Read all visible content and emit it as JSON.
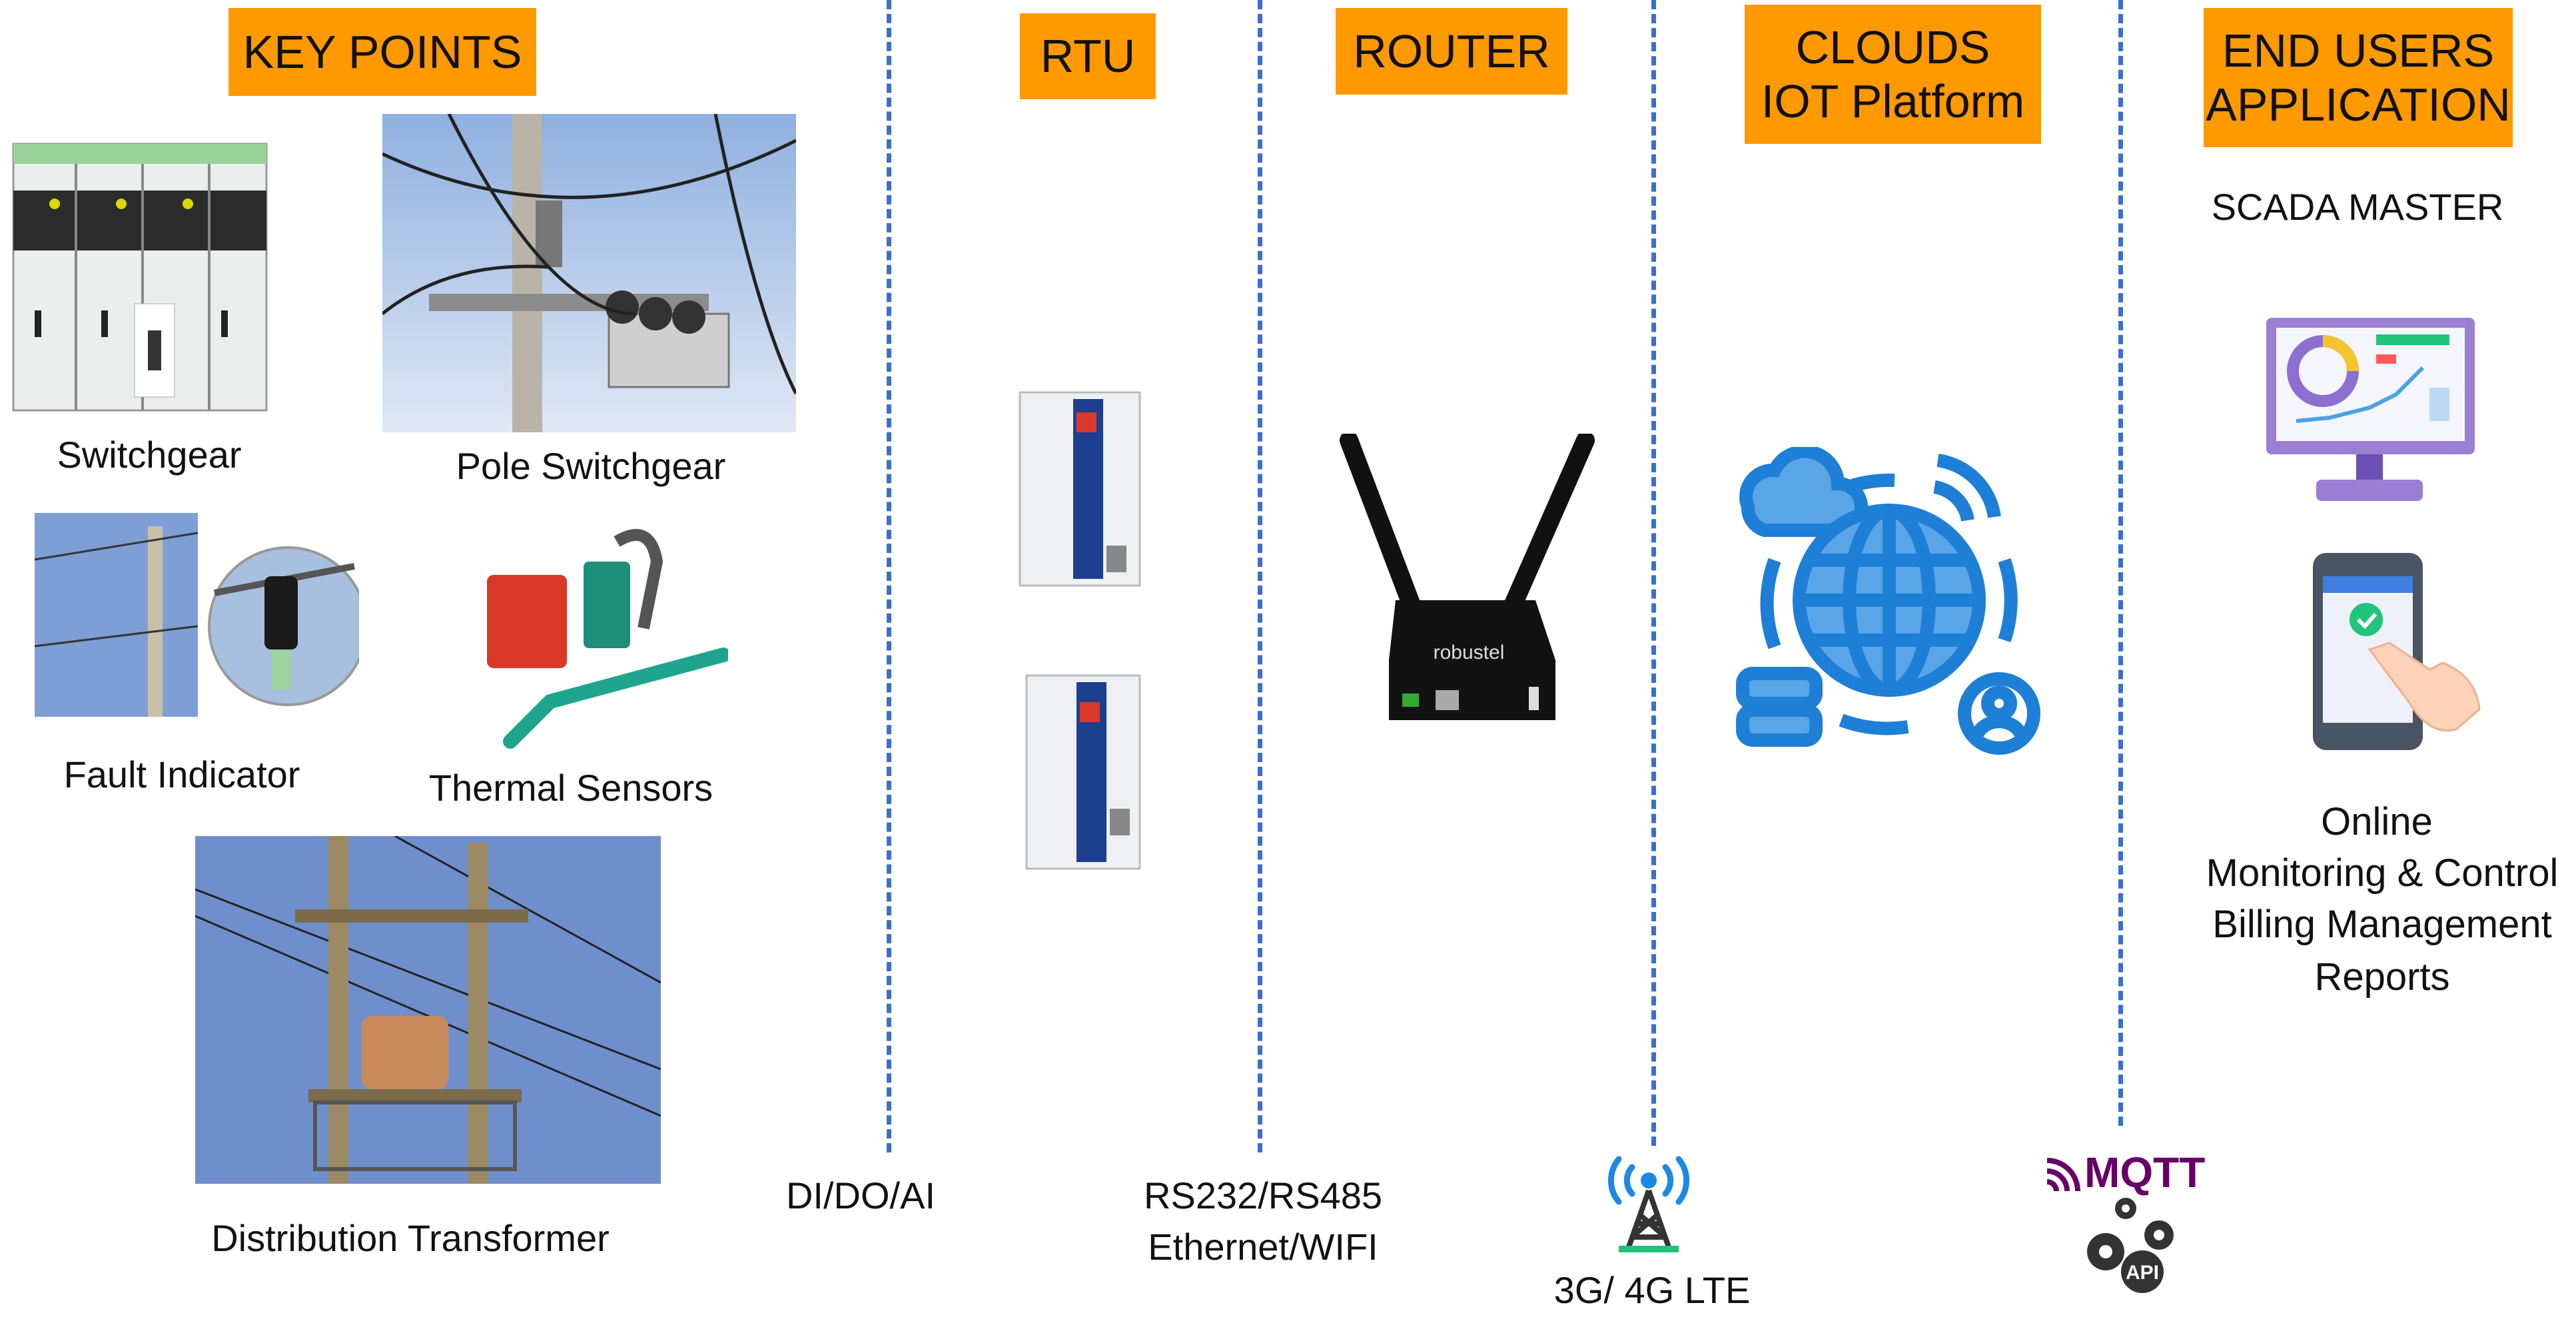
{
  "headers": {
    "key_points": "KEY POINTS",
    "rtu": "RTU",
    "router": "ROUTER",
    "clouds_line1": "CLOUDS",
    "clouds_line2": "IOT Platform",
    "end_users_line1": "END USERS",
    "end_users_line2": "APPLICATION"
  },
  "key_points": {
    "switchgear": "Switchgear",
    "pole_switchgear": "Pole Switchgear",
    "fault_indicator": "Fault Indicator",
    "thermal_sensors": "Thermal Sensors",
    "distribution_transformer": "Distribution Transformer"
  },
  "router": {
    "brand": "robustel"
  },
  "end_users": {
    "scada": "SCADA MASTER",
    "features": [
      "Online",
      "Monitoring & Control",
      "Billing Management",
      "Reports"
    ]
  },
  "links": {
    "rtu_io": "DI/DO/AI",
    "router_line1": "RS232/RS485",
    "router_line2": "Ethernet/WIFI",
    "cellular": "3G/ 4G LTE",
    "mqtt": "MQTT",
    "api": "API"
  },
  "colors": {
    "header_bg": "#ff9900",
    "divider": "#3a6fd0",
    "icon_blue": "#1e7fd6",
    "mqtt_purple": "#660066"
  }
}
